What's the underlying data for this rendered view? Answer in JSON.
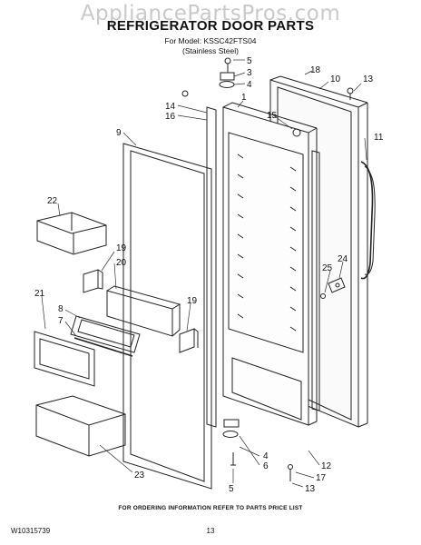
{
  "header": {
    "watermark": "AppliancePartsPros.com",
    "title": "REFRIGERATOR DOOR PARTS",
    "model": "For Model: KSSC42FTS04",
    "variant": "(Stainless Steel)"
  },
  "callouts": {
    "c_5_top": "5",
    "c_3": "3",
    "c_4_top": "4",
    "c_18": "18",
    "c_10": "10",
    "c_13_top": "13",
    "c_14": "14",
    "c_1": "1",
    "c_16": "16",
    "c_15": "15",
    "c_9": "9",
    "c_11": "11",
    "c_22": "22",
    "c_19_left": "19",
    "c_20": "20",
    "c_24": "24",
    "c_25": "25",
    "c_21": "21",
    "c_8": "8",
    "c_7": "7",
    "c_19_mid": "19",
    "c_4_bot": "4",
    "c_6": "6",
    "c_12": "12",
    "c_17": "17",
    "c_23": "23",
    "c_5_bot": "5",
    "c_13_bot": "13"
  },
  "footer": {
    "note": "FOR ORDERING INFORMATION REFER TO PARTS PRICE LIST",
    "doc_number": "W10315739",
    "page_number": "13"
  }
}
